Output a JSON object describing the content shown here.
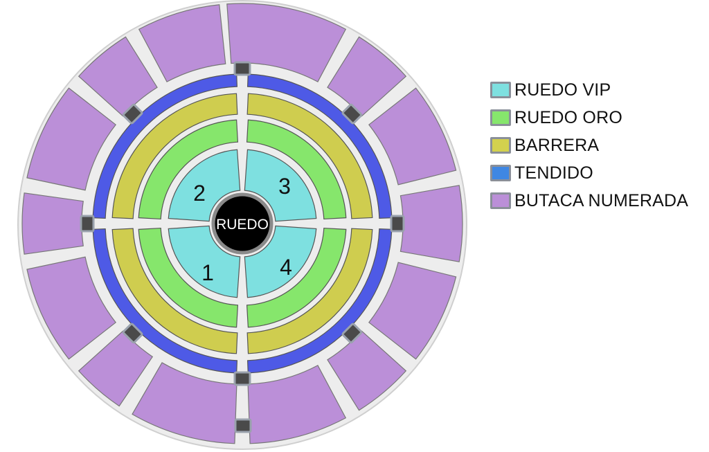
{
  "legend": [
    {
      "label": "RUEDO VIP",
      "color": "#7ee0e0"
    },
    {
      "label": "RUEDO ORO",
      "color": "#86e66c"
    },
    {
      "label": "BARRERA",
      "color": "#d3d14e"
    },
    {
      "label": "TENDIDO",
      "color": "#3f87e3"
    },
    {
      "label": "BUTACA NUMERADA",
      "color": "#bb8fd8"
    }
  ],
  "center": {
    "label": "RUEDO"
  },
  "sectors": [
    "1",
    "2",
    "3",
    "4"
  ],
  "colors": {
    "vip": "#7ee0e0",
    "oro": "#86e66c",
    "barrera": "#cfcd4f",
    "tendido": "#4e5ae6",
    "butaca": "#bb8fd8",
    "aisle": "#ededed",
    "ruedo": "#000000",
    "door": "#4a4a4a"
  }
}
